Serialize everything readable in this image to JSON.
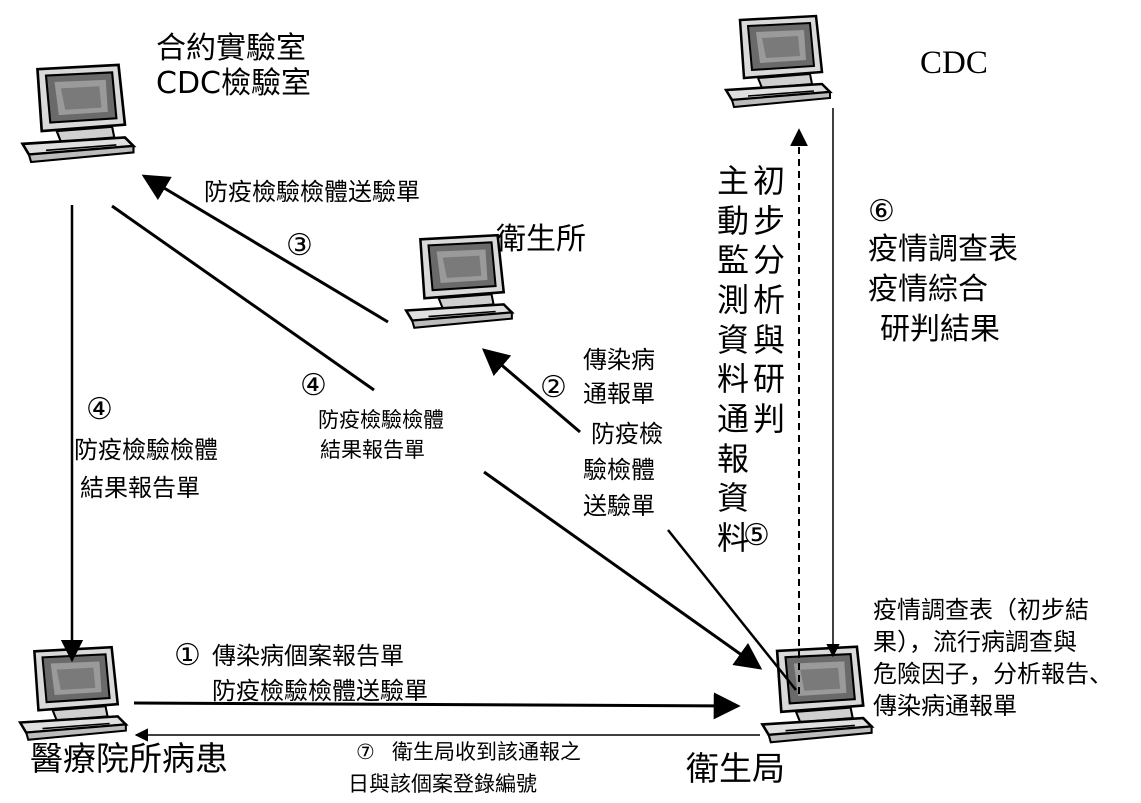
{
  "nodes": {
    "lab": {
      "line1": "合約實驗室",
      "line2": "CDC檢驗室"
    },
    "cdc": {
      "label": "CDC"
    },
    "health_station": {
      "label": "衛生所"
    },
    "hospital": {
      "label": "醫療院所病患"
    },
    "health_bureau": {
      "label": "衛生局"
    }
  },
  "flows": {
    "f1": {
      "num": "①",
      "line1": "傳染病個案報告單",
      "line2": "防疫檢驗檢體送驗單"
    },
    "f2": {
      "num": "②",
      "lines": [
        "傳染病",
        "通報單",
        "防疫檢",
        "驗檢體",
        "送驗單"
      ]
    },
    "f3": {
      "num": "③",
      "label": "防疫檢驗檢體送驗單"
    },
    "f4a": {
      "num": "④",
      "line1": "防疫檢驗檢體",
      "line2": "結果報告單"
    },
    "f4b": {
      "num": "④",
      "line1": "防疫檢驗檢體",
      "line2": "結果報告單"
    },
    "f5": {
      "num": "⑤",
      "col1": "主動監測資料通報資料",
      "col2": "初步分析與研判"
    },
    "f6": {
      "num": "⑥",
      "line1": "疫情調查表",
      "line2": "疫情綜合",
      "line3": "研判結果"
    },
    "f7": {
      "num": "⑦",
      "line1": "衛生局收到該通報之",
      "line2": "日與該個案登錄編號"
    }
  },
  "bureau_note": {
    "line1": "疫情調查表（初步結",
    "line2": "果），流行病調查與",
    "line3": "危險因子，分析報告、",
    "line4": "傳染病通報單"
  }
}
